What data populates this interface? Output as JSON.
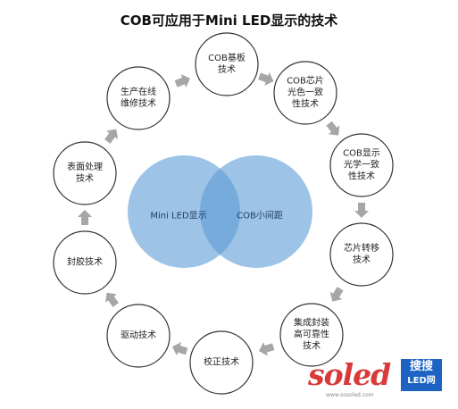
{
  "title": "COB可应用于Mini LED显示的技术",
  "nodes": [
    {
      "id": "cob-substrate",
      "label": "COB基板\n技术"
    },
    {
      "id": "cob-chip",
      "label": "COB芯片\n光色一致\n性技术"
    },
    {
      "id": "cob-display",
      "label": "COB显示\n光学一致\n性技术"
    },
    {
      "id": "chip-transfer",
      "label": "芯片转移\n技术"
    },
    {
      "id": "integrated-packaging",
      "label": "集成封装\n高可靠性\n技术"
    },
    {
      "id": "calibration",
      "label": "校正技术"
    },
    {
      "id": "driving",
      "label": "驱动技术"
    },
    {
      "id": "encapsulation",
      "label": "封胶技术"
    },
    {
      "id": "surface-treatment",
      "label": "表面处理\n技术"
    },
    {
      "id": "online-repair",
      "label": "生产在线\n维修技术"
    }
  ],
  "venn": {
    "left_label": "Mini LED显示",
    "right_label": "COB小间距"
  },
  "colors": {
    "node_stroke": "#333333",
    "arrow": "#a6a6a6",
    "venn_fill": "#5b9bd5"
  },
  "watermark": {
    "logo": "soled",
    "cn": "搜搜",
    "sub": "LED网",
    "url": "www.sosoled.com"
  }
}
